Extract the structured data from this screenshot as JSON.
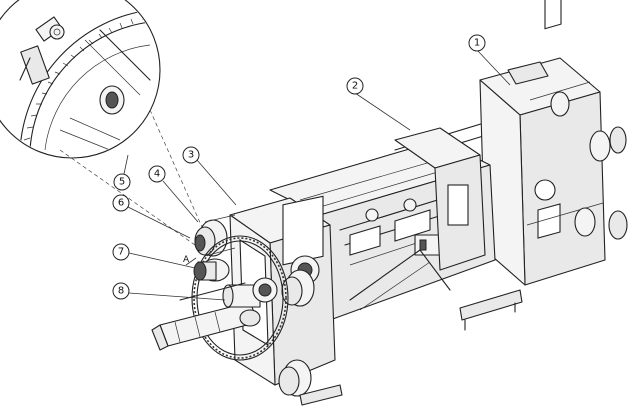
{
  "callouts": [
    {
      "id": "callout-1",
      "label": "1"
    },
    {
      "id": "callout-2",
      "label": "2"
    },
    {
      "id": "callout-3",
      "label": "3"
    },
    {
      "id": "callout-4",
      "label": "4"
    },
    {
      "id": "callout-5",
      "label": "5"
    },
    {
      "id": "callout-6",
      "label": "6"
    },
    {
      "id": "callout-7",
      "label": "7"
    },
    {
      "id": "callout-8",
      "label": "8"
    }
  ],
  "annotations": {
    "view_marker": "A"
  }
}
